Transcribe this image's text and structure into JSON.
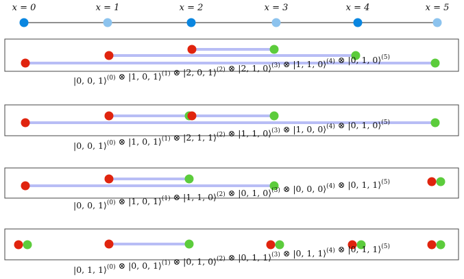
{
  "colors": {
    "site_dark": "#0a86e0",
    "site_light": "#8cc3ee",
    "axis_line": "#222222",
    "box_stroke": "#444444",
    "red": "#e0240e",
    "green": "#5ccc3c",
    "link": "#b8bdf5"
  },
  "sites": [
    {
      "label": "x = 0",
      "shade": "dark"
    },
    {
      "label": "x = 1",
      "shade": "light"
    },
    {
      "label": "x = 2",
      "shade": "dark"
    },
    {
      "label": "x = 3",
      "shade": "light"
    },
    {
      "label": "x = 4",
      "shade": "dark"
    },
    {
      "label": "x = 5",
      "shade": "light"
    }
  ],
  "panels": [
    {
      "links": [
        [
          0,
          5
        ],
        [
          1,
          4
        ],
        [
          2,
          3
        ]
      ],
      "caption": [
        {
          "ket": "|0, 0, 1⟩",
          "site": "(0)"
        },
        {
          "ket": "|1, 0, 1⟩",
          "site": "(1)"
        },
        {
          "ket": "|2, 0, 1⟩",
          "site": "(2)"
        },
        {
          "ket": "|2, 1, 0⟩",
          "site": "(3)"
        },
        {
          "ket": "|1, 1, 0⟩",
          "site": "(4)"
        },
        {
          "ket": "|0, 1, 0⟩",
          "site": "(5)"
        }
      ]
    },
    {
      "links": [
        [
          0,
          5
        ],
        [
          1,
          2
        ],
        [
          2,
          3
        ]
      ],
      "caption": [
        {
          "ket": "|0, 0, 1⟩",
          "site": "(0)"
        },
        {
          "ket": "|1, 0, 1⟩",
          "site": "(1)"
        },
        {
          "ket": "|2, 1, 1⟩",
          "site": "(2)"
        },
        {
          "ket": "|1, 1, 0⟩",
          "site": "(3)"
        },
        {
          "ket": "|1, 0, 0⟩",
          "site": "(4)"
        },
        {
          "ket": "|0, 1, 0⟩",
          "site": "(5)"
        }
      ]
    },
    {
      "links": [
        [
          0,
          3
        ],
        [
          1,
          2
        ],
        [
          5,
          5
        ]
      ],
      "caption": [
        {
          "ket": "|0, 0, 1⟩",
          "site": "(0)"
        },
        {
          "ket": "|1, 0, 1⟩",
          "site": "(1)"
        },
        {
          "ket": "|1, 1, 0⟩",
          "site": "(2)"
        },
        {
          "ket": "|0, 1, 0⟩",
          "site": "(3)"
        },
        {
          "ket": "|0, 0, 0⟩",
          "site": "(4)"
        },
        {
          "ket": "|0, 1, 1⟩",
          "site": "(5)"
        }
      ]
    },
    {
      "links": [
        [
          0,
          0
        ],
        [
          1,
          2
        ],
        [
          3,
          3
        ],
        [
          4,
          4
        ],
        [
          5,
          5
        ]
      ],
      "caption": [
        {
          "ket": "|0, 1, 1⟩",
          "site": "(0)"
        },
        {
          "ket": "|0, 0, 1⟩",
          "site": "(1)"
        },
        {
          "ket": "|0, 1, 0⟩",
          "site": "(2)"
        },
        {
          "ket": "|0, 1, 1⟩",
          "site": "(3)"
        },
        {
          "ket": "|0, 1, 1⟩",
          "site": "(4)"
        },
        {
          "ket": "|0, 1, 1⟩",
          "site": "(5)"
        }
      ]
    }
  ],
  "tensor_symbol": "⊗"
}
